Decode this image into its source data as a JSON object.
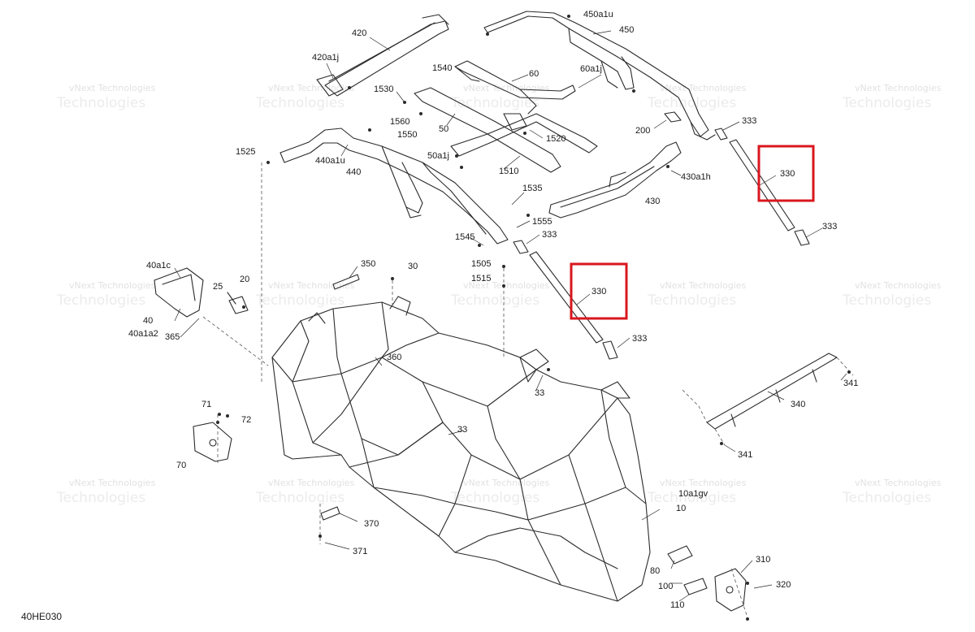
{
  "diagram": {
    "ref_code": "40HE030",
    "highlight_color": "#d9171e",
    "line_color": "#2b2b2b",
    "watermark": {
      "line1": "vNext Technologies",
      "line2": "Technologies"
    },
    "labels": {
      "p420": "420",
      "p420a1j": "420a1j",
      "p450a1u": "450a1u",
      "p450": "450",
      "p1540": "1540",
      "p60": "60",
      "p60a1j": "60a1j",
      "p1530": "1530",
      "p1560": "1560",
      "p1550": "1550",
      "p50": "50",
      "p1520": "1520",
      "p50a1j": "50a1j",
      "p1510": "1510",
      "p200": "200",
      "p333_a": "333",
      "p330_a": "330",
      "p430a1h": "430a1h",
      "p430": "430",
      "p333_b": "333",
      "p1525": "1525",
      "p440a1u": "440a1u",
      "p440": "440",
      "p1535": "1535",
      "p1555": "1555",
      "p1545": "1545",
      "p333_c": "333",
      "p1505": "1505",
      "p1515": "1515",
      "p330_b": "330",
      "p333_d": "333",
      "p40a1c": "40a1c",
      "p25": "25",
      "p20": "20",
      "p40": "40",
      "p40a1a2": "40a1a2",
      "p365": "365",
      "p350": "350",
      "p30": "30",
      "p360": "360",
      "p33_a": "33",
      "p33_b": "33",
      "p341_a": "341",
      "p340": "340",
      "p341_b": "341",
      "p71": "71",
      "p72": "72",
      "p70": "70",
      "p10a1gv": "10a1gv",
      "p10": "10",
      "p370": "370",
      "p371": "371",
      "p310": "310",
      "p80": "80",
      "p100": "100",
      "p320": "320",
      "p110": "110"
    }
  }
}
